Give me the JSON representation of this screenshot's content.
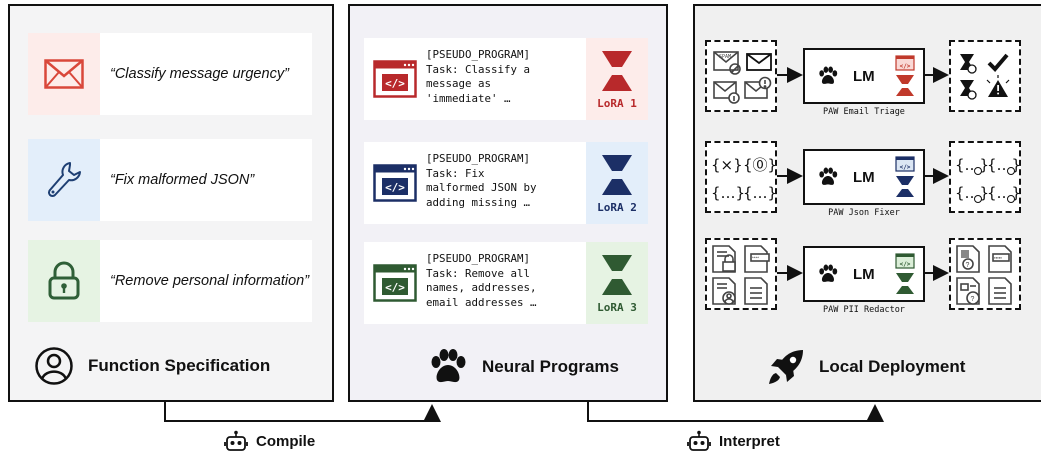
{
  "function_specification": {
    "title": "Function Specification",
    "items": [
      {
        "text": "“Classify message urgency”",
        "icon": "envelope-icon",
        "color": "#d9473a",
        "bg": "#fdecea"
      },
      {
        "text": "“Fix malformed JSON”",
        "icon": "wrench-icon",
        "color": "#1e3f73",
        "bg": "#e3eefa"
      },
      {
        "text": "“Remove personal information”",
        "icon": "lock-icon",
        "color": "#2f5f37",
        "bg": "#e6f3e3"
      }
    ]
  },
  "neural_programs": {
    "title": "Neural Programs",
    "items": [
      {
        "code": "[PSEUDO_PROGRAM]\nTask: Classify a\nmessage as\n'immediate' …",
        "lora": "LoRA 1",
        "color": "#b8292b",
        "bg": "#fdecea"
      },
      {
        "code": "[PSEUDO_PROGRAM]\nTask: Fix\nmalformed JSON by\nadding missing …",
        "lora": "LoRA 2",
        "color": "#1c2f66",
        "bg": "#e3eefa"
      },
      {
        "code": "[PSEUDO_PROGRAM]\nTask: Remove all\nnames, addresses,\nemail addresses …",
        "lora": "LoRA 3",
        "color": "#2f5a32",
        "bg": "#e6f3e3"
      }
    ]
  },
  "local_deployment": {
    "title": "Local Deployment",
    "rows": [
      {
        "lm": "LM",
        "caption": "PAW Email Triage",
        "color": "#c0392b",
        "bg": "#f9d9d6"
      },
      {
        "lm": "LM",
        "caption": "PAW Json Fixer",
        "color": "#1c2f66",
        "bg": "#dbe6f4"
      },
      {
        "lm": "LM",
        "caption": "PAW PII Redactor",
        "color": "#2f5a32",
        "bg": "#dbeed8"
      }
    ]
  },
  "flow": {
    "compile": "Compile",
    "interpret": "Interpret"
  }
}
